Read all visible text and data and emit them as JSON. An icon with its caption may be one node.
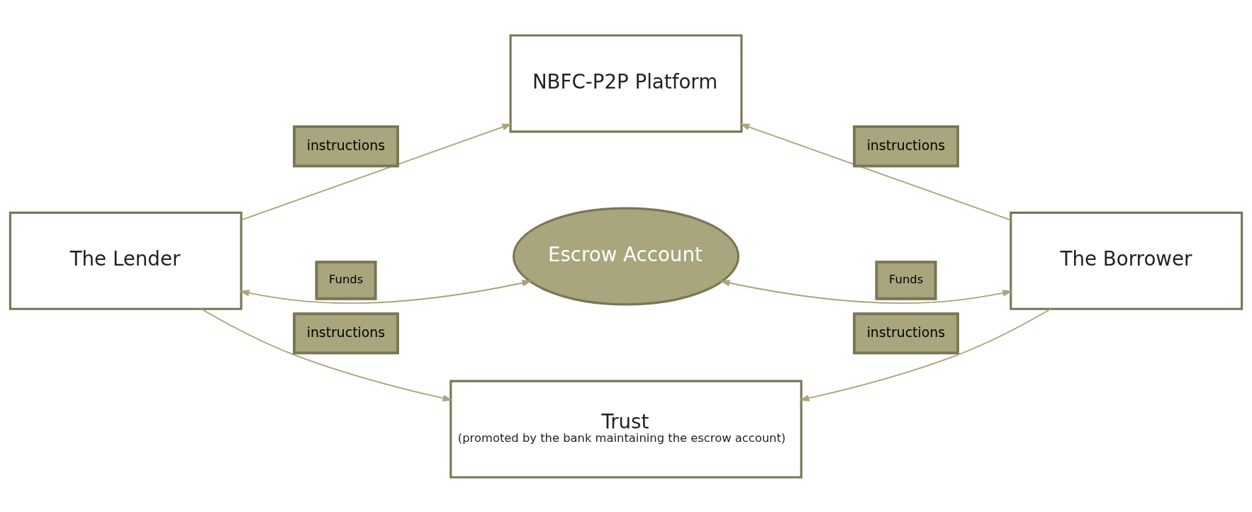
{
  "diagram": {
    "nodes": [
      {
        "text": [
          "NBFC-P2P Platform"
        ]
      },
      {
        "text": [
          "The Lender"
        ]
      },
      {
        "text": [
          "Escrow Account"
        ]
      },
      {
        "text": [
          "The Borrower"
        ]
      },
      {
        "text": [
          "Trust",
          "(promoted by the bank maintaining the escrow account)"
        ]
      }
    ],
    "edges": [
      {
        "from": 1,
        "to": 0,
        "arrow": "to",
        "label": "instructions"
      },
      {
        "from": 3,
        "to": 0,
        "arrow": "to",
        "label": "instructions"
      },
      {
        "from": 1,
        "to": 2,
        "arrow": "both",
        "label": "Funds"
      },
      {
        "from": 2,
        "to": 3,
        "arrow": "both",
        "label": "Funds"
      },
      {
        "from": 1,
        "to": 4,
        "arrow": "to",
        "label": "instructions"
      },
      {
        "from": 3,
        "to": 4,
        "arrow": "to",
        "label": "instructions"
      }
    ]
  }
}
